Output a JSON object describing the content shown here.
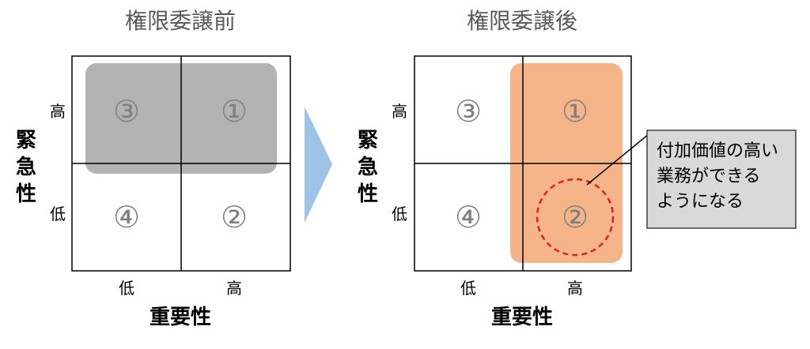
{
  "before": {
    "title": "権限委譲前",
    "y_axis_label": "緊急性",
    "x_axis_label": "重要性",
    "y_high": "高",
    "y_low": "低",
    "x_low": "低",
    "x_high": "高",
    "quadrants": {
      "top_left": "③",
      "top_right": "①",
      "bottom_left": "④",
      "bottom_right": "②"
    }
  },
  "after": {
    "title": "権限委譲後",
    "y_axis_label": "緊急性",
    "x_axis_label": "重要性",
    "y_high": "高",
    "y_low": "低",
    "x_low": "低",
    "x_high": "高",
    "quadrants": {
      "top_left": "③",
      "top_right": "①",
      "bottom_left": "④",
      "bottom_right": "②"
    }
  },
  "callout": {
    "lines": [
      "付加価値の高い",
      "業務ができる",
      "ようになる"
    ]
  },
  "colors": {
    "grid_line": "#000000",
    "quadrant_number": "#7f7f7f",
    "title_text": "#595959",
    "before_highlight": "#a6a6a6",
    "after_highlight": "#f4b183",
    "arrow": "#9dc3e6",
    "dashed_circle": "#e02020",
    "callout_fill": "#d9d9d9",
    "callout_border": "#404040"
  }
}
